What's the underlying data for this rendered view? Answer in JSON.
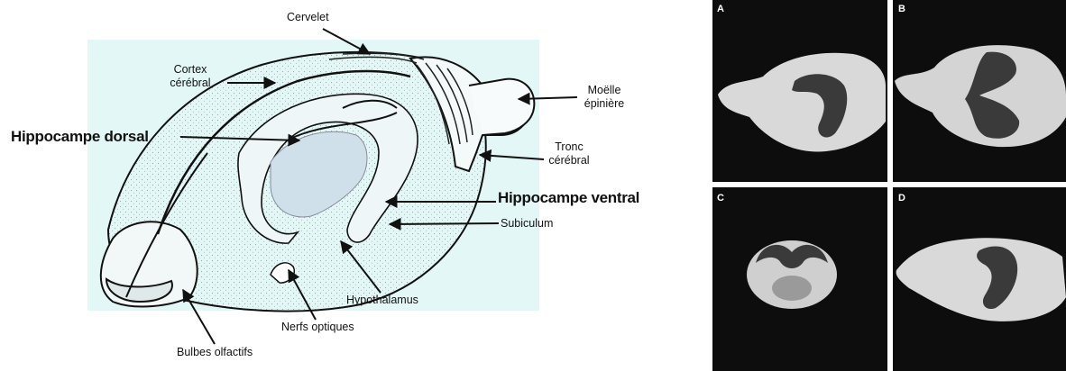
{
  "diagram": {
    "labels": {
      "cervelet": "Cervelet",
      "cortex_line1": "Cortex",
      "cortex_line2": "cérébral",
      "moelle_line1": "Moëlle",
      "moelle_line2": "épinière",
      "hippocampe_dorsal": "Hippocampe dorsal",
      "tronc_line1": "Tronc",
      "tronc_line2": "cérébral",
      "hippocampe_ventral": "Hippocampe ventral",
      "subiculum": "Subiculum",
      "hypothalamus": "Hypothalamus",
      "nerfs_optiques": "Nerfs optiques",
      "bulbes_olfactifs": "Bulbes olfactifs"
    },
    "colors": {
      "background_box": "#e4f7f7",
      "line": "#111111",
      "hippocampus_fill": "#cfe0ea",
      "panel_bg": "#0d0d0d",
      "brain_3d": "#d9d9d9",
      "hippocampus_3d": "#3a3a3a"
    }
  },
  "panels": {
    "letters": [
      "A",
      "B",
      "C",
      "D"
    ]
  }
}
